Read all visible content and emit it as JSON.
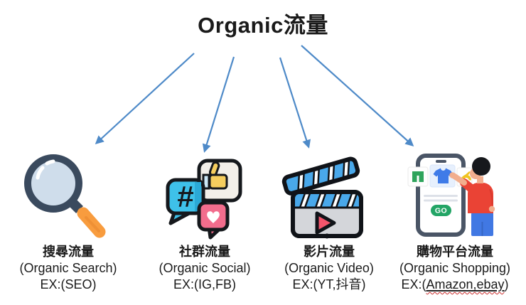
{
  "title": "Organic流量",
  "colors": {
    "arrow": "#4E8AC8",
    "text": "#1A1A1A",
    "spellcheck_underline": "#CC2B2B"
  },
  "categories": [
    {
      "icon": "magnifier-icon",
      "label_zh": "搜尋流量",
      "label_en": "(Organic Search)",
      "example": "EX:(SEO)"
    },
    {
      "icon": "social-bubbles-icon",
      "label_zh": "社群流量",
      "label_en": "(Organic Social)",
      "example": "EX:(IG,FB)"
    },
    {
      "icon": "clapperboard-icon",
      "label_zh": "影片流量",
      "label_en": "(Organic Video)",
      "example": "EX:(YT,抖音)"
    },
    {
      "icon": "shopping-phone-icon",
      "label_zh": "購物平台流量",
      "label_en": "(Organic Shopping)",
      "example_prefix": "EX:(",
      "example_underlined": "Amazon,ebay",
      "example_suffix": ")"
    }
  ],
  "social_icon": {
    "hashtag_glyph": "#"
  },
  "shopping_icon": {
    "go_button_label": "GO"
  }
}
